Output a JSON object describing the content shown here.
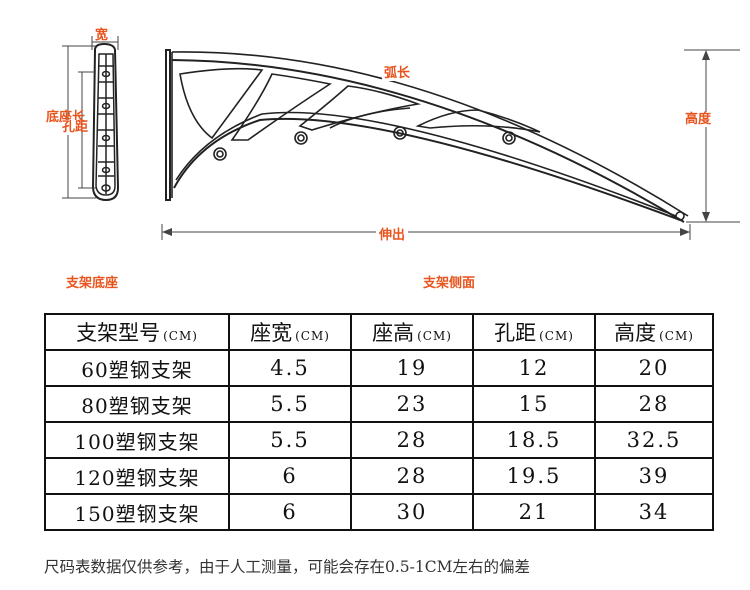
{
  "diagram": {
    "base_caption": "支架底座",
    "side_caption": "支架侧面",
    "width_label": "宽",
    "base_length_label": "底座长",
    "hole_distance_label": "孔距",
    "arc_length_label": "弧长",
    "height_label": "高度",
    "extension_label": "伸出"
  },
  "table": {
    "headers": [
      {
        "label": "支架型号",
        "unit": "(CM)"
      },
      {
        "label": "座宽",
        "unit": "(CM)"
      },
      {
        "label": "座高",
        "unit": "(CM)"
      },
      {
        "label": "孔距",
        "unit": "(CM)"
      },
      {
        "label": "高度",
        "unit": "(CM)"
      }
    ],
    "rows": [
      [
        "60塑钢支架",
        "4.5",
        "19",
        "12",
        "20"
      ],
      [
        "80塑钢支架",
        "5.5",
        "23",
        "15",
        "28"
      ],
      [
        "100塑钢支架",
        "5.5",
        "28",
        "18.5",
        "32.5"
      ],
      [
        "120塑钢支架",
        "6",
        "28",
        "19.5",
        "39"
      ],
      [
        "150塑钢支架",
        "6",
        "30",
        "21",
        "34"
      ]
    ]
  },
  "note": "尺码表数据仅供参考，由于人工测量，可能会存在0.5-1CM左右的偏差",
  "colors": {
    "accent": "#e8541e",
    "line": "#111111"
  }
}
